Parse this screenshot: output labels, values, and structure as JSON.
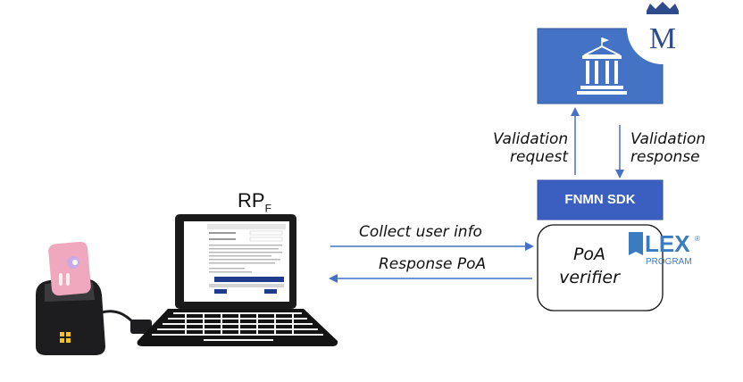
{
  "rp_label": {
    "main": "RP",
    "sub": "F"
  },
  "sdk_label": "FNMN SDK",
  "verifier_label": {
    "line1": "PoA",
    "line2": "verifier"
  },
  "arrows": {
    "validation_request": {
      "line1": "Validation",
      "line2": "request"
    },
    "validation_response": {
      "line1": "Validation",
      "line2": "response"
    },
    "collect": "Collect user info",
    "response": "Response PoA"
  },
  "lex_logo": {
    "word": "LEX",
    "reg": "®",
    "program": "PROGRAM"
  },
  "fnmt_logo": {
    "letter": "M"
  },
  "colors": {
    "blue": "#4472c4",
    "sdk": "#3a5fc0",
    "navy": "#1f3c8c",
    "lex": "#3b7bbf",
    "card": "#f0a8bf"
  }
}
